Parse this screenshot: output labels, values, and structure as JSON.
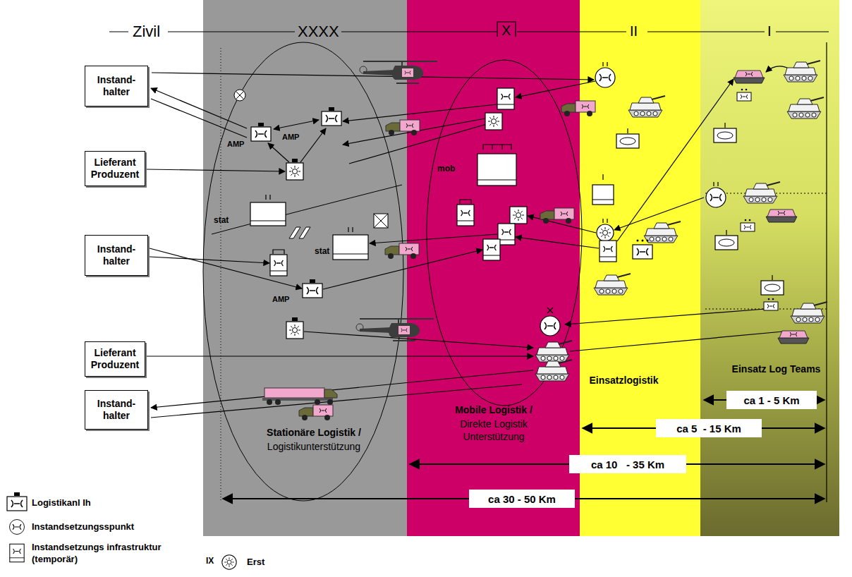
{
  "diagram": {
    "nodes": [
      {
        "text": [
          "Stationäre Logistik /",
          "Logistikunterstützung"
        ]
      },
      {
        "text": [
          "Mobile Logistik /",
          "Direkte Logistik Unterstützung"
        ]
      },
      {
        "text": [
          "Einsatzlogistik"
        ]
      },
      {
        "text": [
          "Einsatz Log Teams"
        ]
      },
      {
        "text": [
          "Instand- halter"
        ]
      },
      {
        "text": [
          "Lieferant Produzent"
        ]
      },
      {
        "text": [
          "Instand- halter"
        ]
      },
      {
        "text": [
          "Lieferant Produzent"
        ]
      },
      {
        "text": [
          "Instand- halter"
        ]
      },
      {
        "text": [
          "ca 1 - 5 Km"
        ],
        "in": 3
      },
      {
        "text": [
          "ca 5  - 15 Km"
        ]
      },
      {
        "text": [
          "ca 10   - 35 Km"
        ]
      },
      {
        "text": [
          "ca 30 - 50 Km"
        ]
      }
    ],
    "labels": [
      "Zivil",
      "XXXX",
      "X",
      "II",
      "I",
      "AMP",
      "AMP",
      "stat",
      "stat",
      "AMP",
      "mob",
      "IX"
    ],
    "legend": [
      {
        "text": "Logistikanl Ih"
      },
      {
        "text": "Instandsetzungsspunkt"
      },
      {
        "text": "Instandsetzungs infrastruktur (temporär)"
      },
      {
        "text": "Erst"
      }
    ]
  }
}
